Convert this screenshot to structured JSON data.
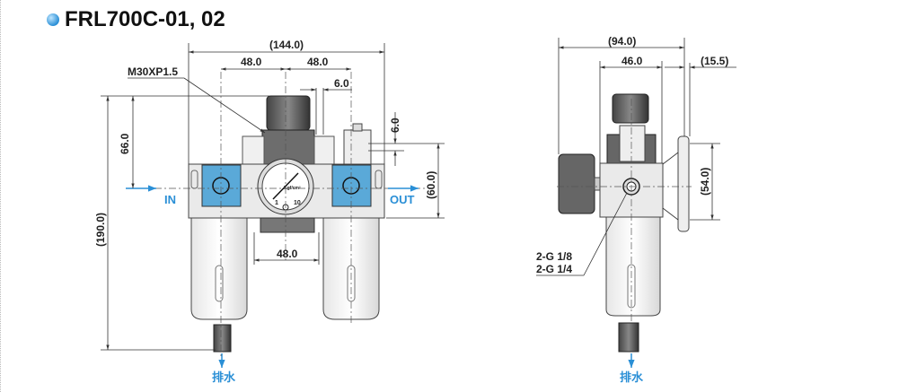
{
  "title": "FRL700C-01, 02",
  "front_view": {
    "dim_overall_width": "(144.0)",
    "dim_left_pitch": "48.0",
    "dim_right_pitch": "48.0",
    "dim_small_top": "6.0",
    "dim_small_side": "6.0",
    "thread_label": "M30XP1.5",
    "dim_top_to_center": "66.0",
    "dim_overall_height": "(190.0)",
    "dim_body_height": "(60.0)",
    "dim_bowl_pitch": "48.0",
    "in_label": "IN",
    "out_label": "OUT",
    "drain_label": "排水",
    "gauge_unit": "Kgf/cm²",
    "gauge_min": "1",
    "gauge_max": "10"
  },
  "side_view": {
    "dim_overall_depth": "(94.0)",
    "dim_body_depth": "46.0",
    "dim_bracket_offset": "(15.5)",
    "dim_bracket_height": "(54.0)",
    "port_label_1": "2-G 1/8",
    "port_label_2": "2-G 1/4",
    "drain_label": "排水"
  },
  "colors": {
    "accent": "#2a8fd6",
    "port_blue": "#5aa9d8"
  }
}
